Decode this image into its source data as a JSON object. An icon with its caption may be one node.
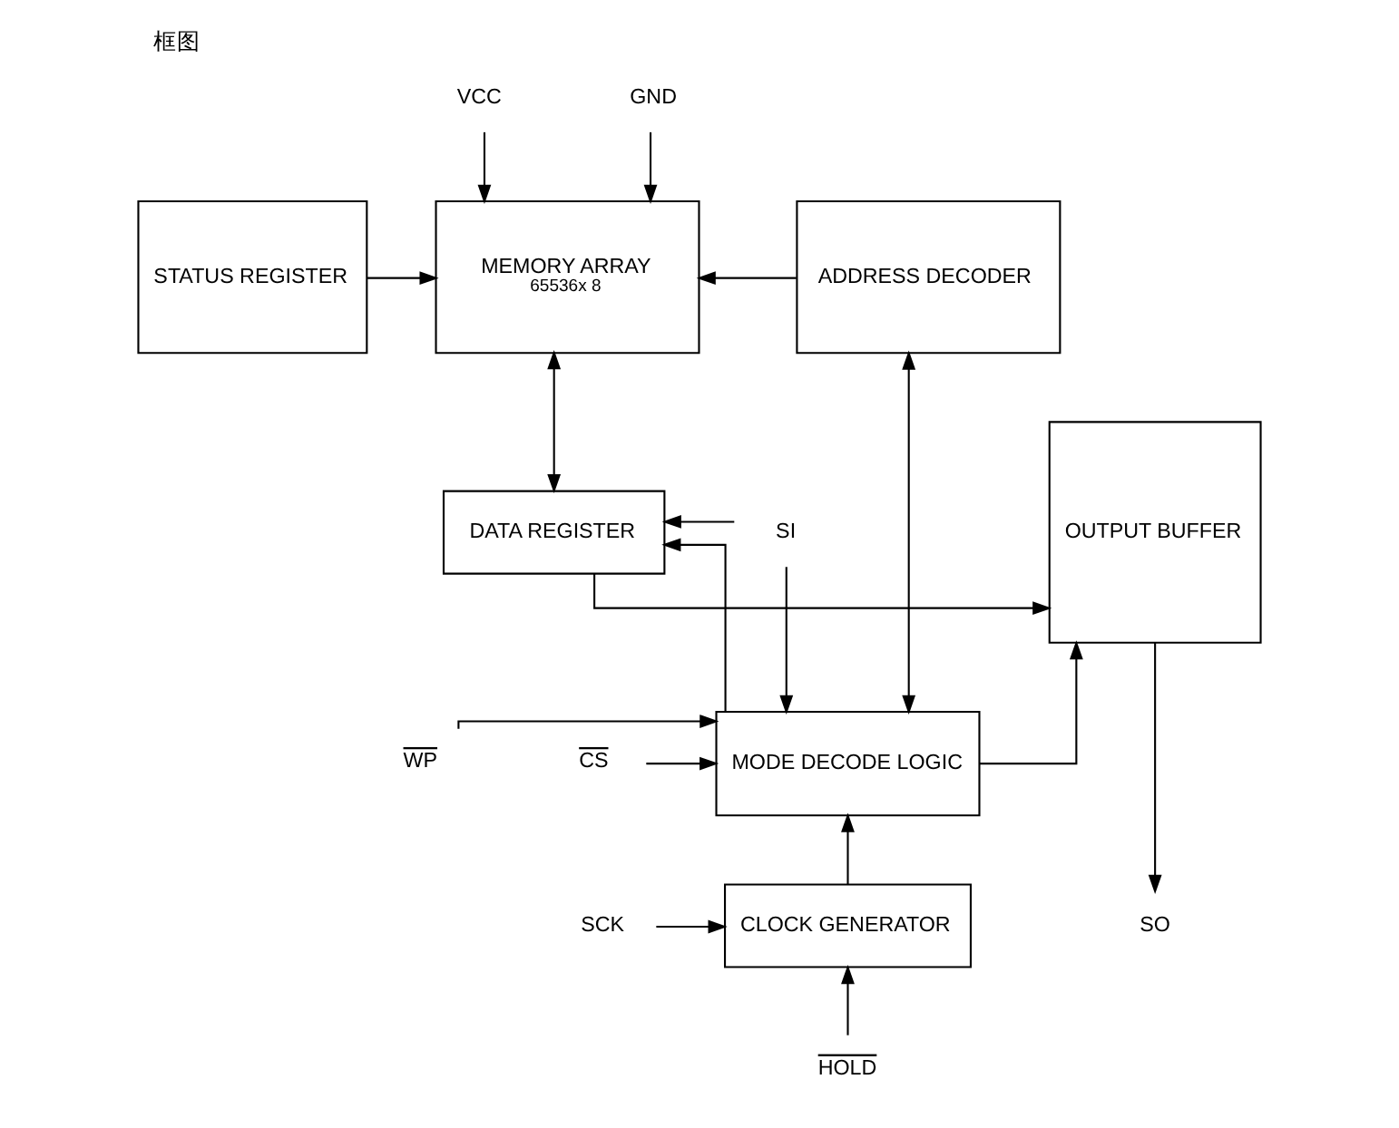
{
  "diagram": {
    "title": "框图",
    "nodes": [
      {
        "text": [
          "STATUS REGISTER"
        ]
      },
      {
        "text": [
          "MEMORY ARRAY",
          "65536x 8"
        ]
      },
      {
        "text": [
          "ADDRESS DECODER"
        ]
      },
      {
        "text": [
          "DATA REGISTER"
        ]
      },
      {
        "text": [
          "OUTPUT BUFFER"
        ]
      },
      {
        "text": [
          "MODE DECODE LOGIC"
        ]
      },
      {
        "text": [
          "CLOCK GENERATOR"
        ]
      },
      {
        "text": [
          "VCC"
        ]
      },
      {
        "text": [
          "GND"
        ]
      },
      {
        "text": [
          "SI"
        ]
      },
      {
        "text": [
          "CS"
        ]
      },
      {
        "text": [
          "WP"
        ]
      },
      {
        "text": [
          "SCK"
        ]
      },
      {
        "text": [
          "HOLD"
        ]
      },
      {
        "text": [
          "SO"
        ]
      }
    ],
    "edges": [
      {
        "from": 7,
        "to": 1,
        "arrow": "to"
      },
      {
        "from": 8,
        "to": 1,
        "arrow": "to"
      },
      {
        "from": 0,
        "to": 1,
        "arrow": "to"
      },
      {
        "from": 2,
        "to": 1,
        "arrow": "to"
      },
      {
        "from": 1,
        "to": 3,
        "arrow": "both"
      },
      {
        "from": 3,
        "to": 4,
        "arrow": "to"
      },
      {
        "from": 5,
        "to": 3,
        "arrow": "to"
      },
      {
        "from": 9,
        "to": 3,
        "arrow": "to"
      },
      {
        "from": 9,
        "to": 5,
        "arrow": "to"
      },
      {
        "from": 10,
        "to": 5,
        "arrow": "to"
      },
      {
        "from": 11,
        "to": 5,
        "arrow": "to"
      },
      {
        "from": 5,
        "to": 2,
        "arrow": "both"
      },
      {
        "from": 5,
        "to": 4,
        "arrow": "to"
      },
      {
        "from": 12,
        "to": 6,
        "arrow": "to"
      },
      {
        "from": 6,
        "to": 5,
        "arrow": "to"
      },
      {
        "from": 13,
        "to": 6,
        "arrow": "to"
      },
      {
        "from": 4,
        "to": 14,
        "arrow": "to"
      }
    ]
  }
}
